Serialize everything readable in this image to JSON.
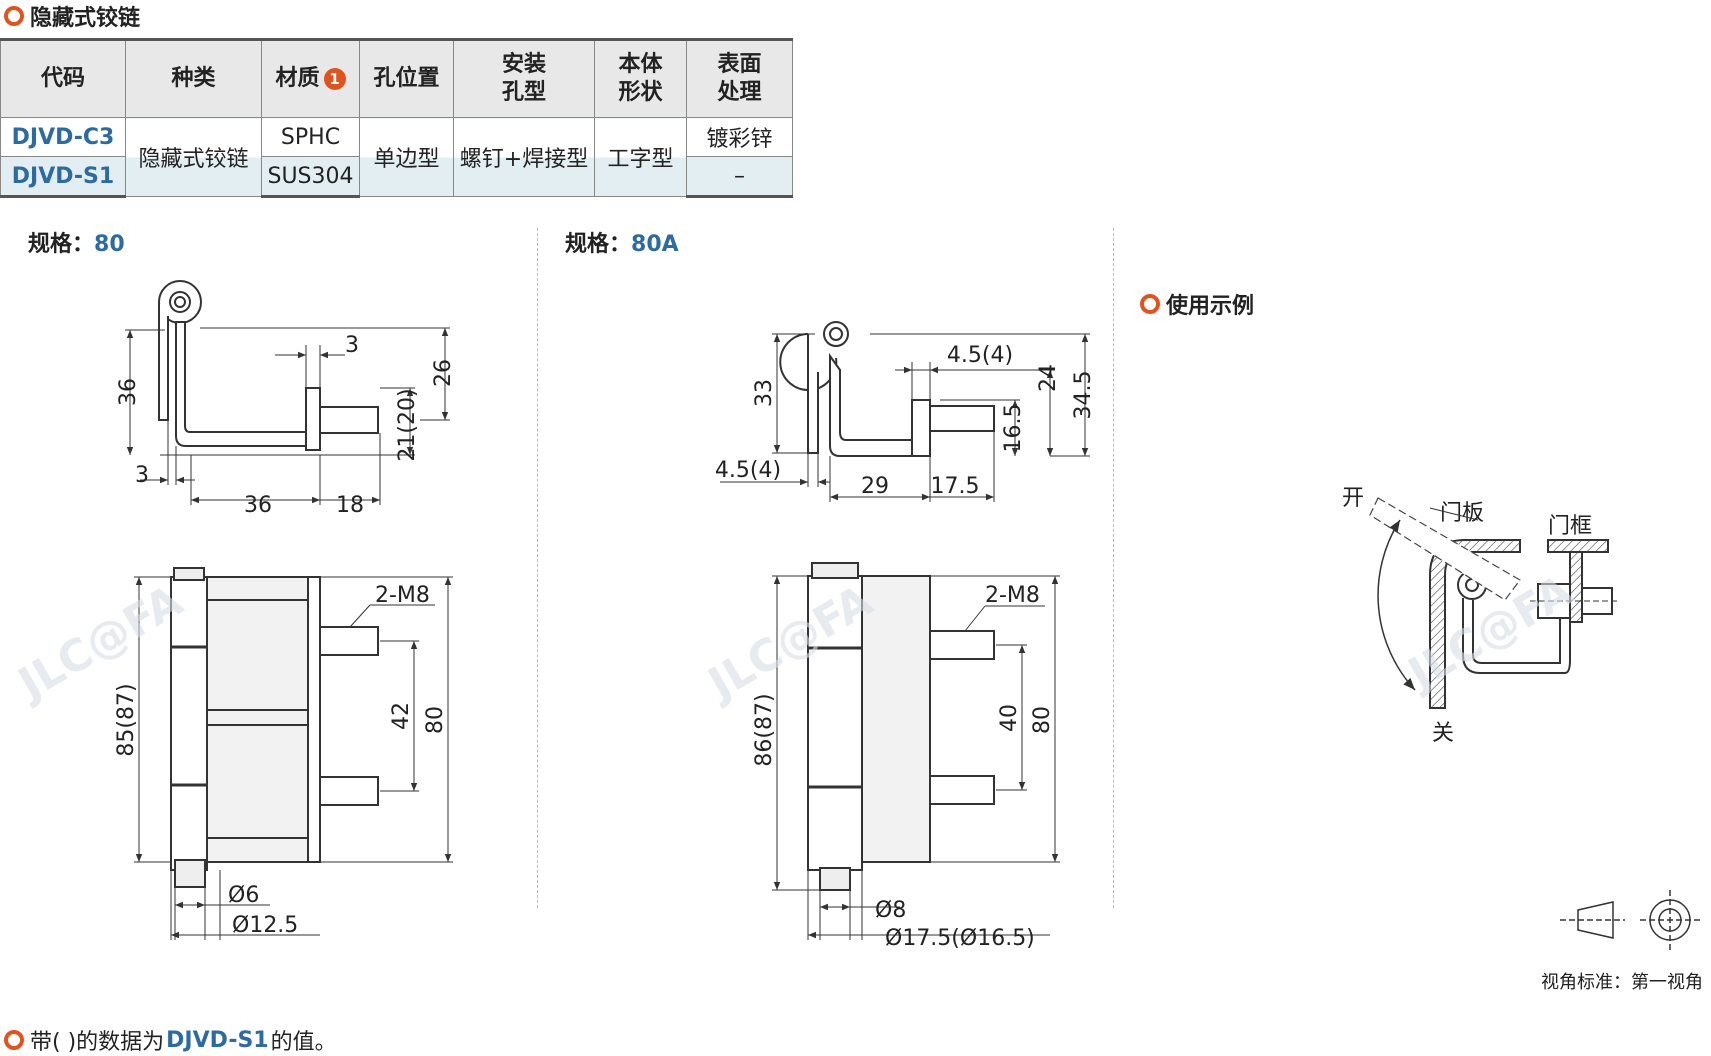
{
  "title": "隐藏式铰链",
  "table": {
    "headers": [
      "代码",
      "种类",
      "材质",
      "孔位置",
      "安装\n孔型",
      "本体\n形状",
      "表面\n处理"
    ],
    "material_badge": "1",
    "rows": [
      {
        "code": "DJVD-C3",
        "material": "SPHC",
        "surface": "镀彩锌"
      },
      {
        "code": "DJVD-S1",
        "material": "SUS304",
        "surface": "–"
      }
    ],
    "type": "隐藏式铰链",
    "hole_position": "单边型",
    "mount_hole": "螺钉+焊接型",
    "body_shape": "工字型"
  },
  "spec80": {
    "label": "规格：",
    "value": "80",
    "dims": {
      "top_h": "36",
      "flange_t": "3",
      "w_bottom_left": "36",
      "w_bottom_right": "18",
      "d_top": "3",
      "h_right": "26",
      "h_pin": "21(20)",
      "thread": "2-M8",
      "pitch": "42",
      "height": "80",
      "total_h": "85(87)",
      "dia_pin": "Ø6",
      "dia_body": "Ø12.5"
    }
  },
  "spec80A": {
    "label": "规格：",
    "value": "80A",
    "dims": {
      "top_h": "33",
      "offset": "4.5(4)",
      "w_mid": "29",
      "w_right": "17.5",
      "d_top": "4.5(4)",
      "h_24": "24",
      "h_345": "34.5",
      "h_165": "16.5",
      "thread": "2-M8",
      "pitch": "40",
      "height": "80",
      "total_h": "86(87)",
      "dia_pin": "Ø8",
      "dia_body": "Ø17.5(Ø16.5)"
    }
  },
  "example": {
    "title": "使用示例",
    "open": "开",
    "close": "关",
    "door_panel": "门板",
    "door_frame": "门框"
  },
  "projection": "视角标准：第一视角",
  "footnote": {
    "prefix": "带( )的数据为",
    "code": "DJVD-S1",
    "suffix": "的值。"
  },
  "watermark": "JLC@FA"
}
